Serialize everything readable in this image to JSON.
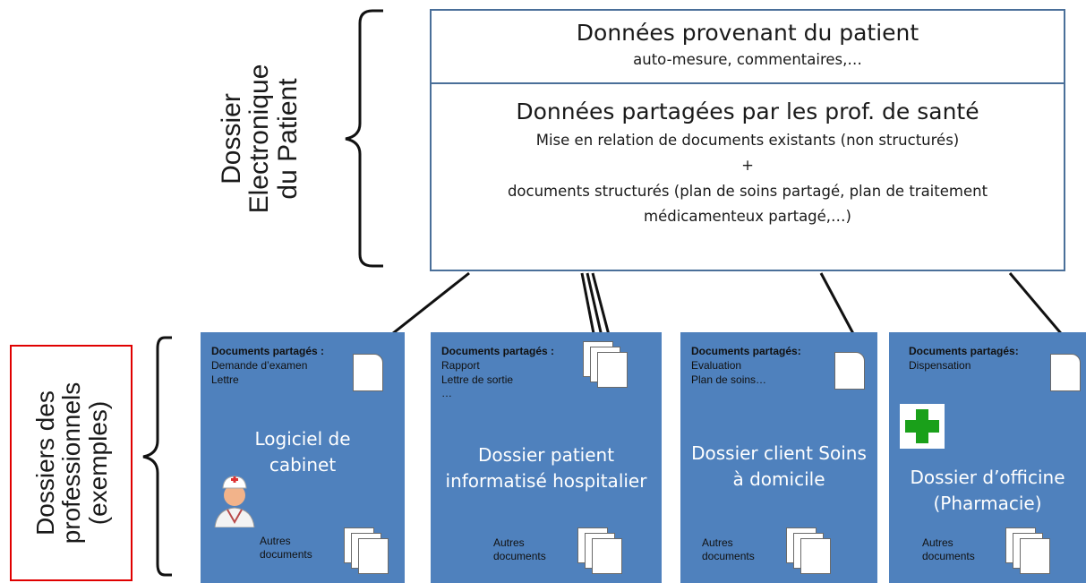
{
  "left_labels": {
    "dep": "Dossier\nElectronique\ndu Patient",
    "professionals": "Dossiers des\nprofessionnels\n(exemples)"
  },
  "top_box": {
    "section1_title": "Données provenant du patient",
    "section1_subtitle": "auto-mesure, commentaires,…",
    "section2_title": "Données partagées par les prof. de santé",
    "section2_line1": "Mise en relation de documents existants (non structurés)",
    "section2_plus": "+",
    "section2_line2": "documents structurés (plan de soins partagé, plan de traitement",
    "section2_line3": "médicamenteux partagé,…)"
  },
  "cards": [
    {
      "shared_title": "Documents partagés :",
      "shared_items": "Demande d’examen\nLettre",
      "title": "Logiciel de\ncabinet",
      "other": "Autres\ndocuments",
      "icon": "doctor-icon"
    },
    {
      "shared_title": "Documents partagés :",
      "shared_items": "Rapport\nLettre de sortie\n…",
      "title": "Dossier patient\ninformatisé hospitalier",
      "other": "Autres\ndocuments",
      "icon": ""
    },
    {
      "shared_title": "Documents partagés:",
      "shared_items": "Evaluation\nPlan de soins…",
      "title": "Dossier client Soins\nà domicile",
      "other": "Autres\ndocuments",
      "icon": ""
    },
    {
      "shared_title": "Documents partagés:",
      "shared_items": "Dispensation",
      "title": "Dossier d’officine\n(Pharmacie)",
      "other": "Autres\ndocuments",
      "icon": "pharmacy-cross-icon"
    }
  ],
  "colors": {
    "card_fill": "#4f81bd",
    "box_border": "#4a6f99",
    "highlight": "#e00000",
    "pharmacy_cross": "#1aa01a"
  }
}
